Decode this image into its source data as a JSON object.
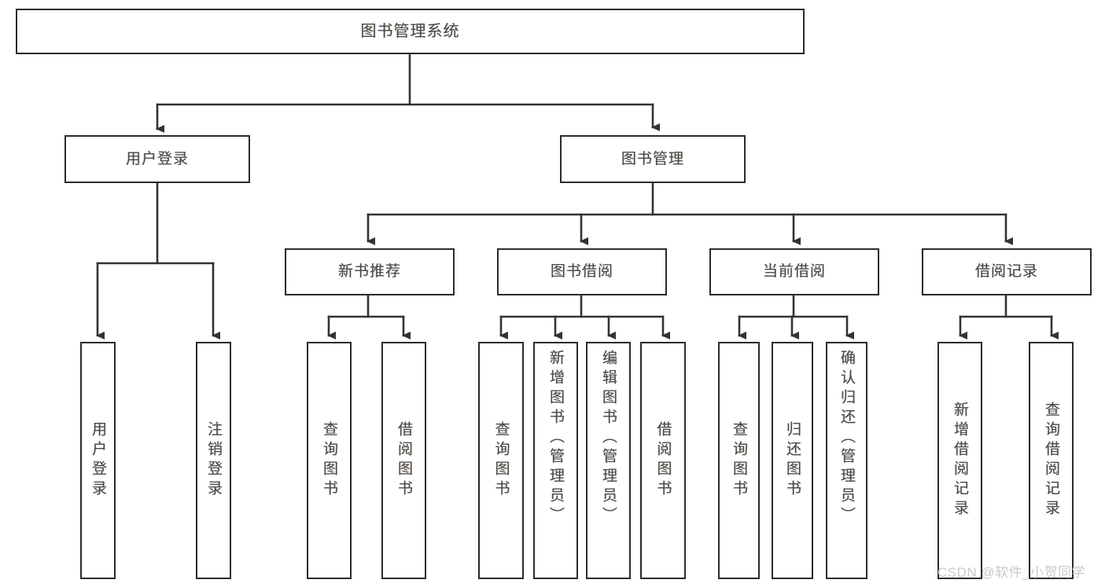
{
  "diagram": {
    "title": "图书管理系统",
    "type": "tree-hierarchy-chart",
    "watermark": "CSDN @软件_小贺同学",
    "colors": {
      "box_border": "#2b2b2b",
      "box_fill": "#ffffff",
      "connector": "#333333",
      "text": "#4a4a4a",
      "watermark": "#c9c9c9",
      "background": "#ffffff"
    },
    "levels": {
      "root": {
        "label": "图书管理系统"
      },
      "level2": [
        {
          "label": "用户登录"
        },
        {
          "label": "图书管理"
        }
      ],
      "level3": [
        {
          "label": "新书推荐"
        },
        {
          "label": "图书借阅"
        },
        {
          "label": "当前借阅"
        },
        {
          "label": "借阅记录"
        }
      ],
      "leaves": {
        "user_login": [
          {
            "label": "用户登录"
          },
          {
            "label": "注销登录"
          }
        ],
        "new_book_recommend": [
          {
            "label": "查询图书"
          },
          {
            "label": "借阅图书"
          }
        ],
        "book_borrow": [
          {
            "label": "查询图书"
          },
          {
            "label": "新增图书（管理员）"
          },
          {
            "label": "编辑图书（管理员）"
          },
          {
            "label": "借阅图书"
          }
        ],
        "current_borrow": [
          {
            "label": "查询图书"
          },
          {
            "label": "归还图书"
          },
          {
            "label": "确认归还（管理员）"
          }
        ],
        "borrow_record": [
          {
            "label": "新增借阅记录"
          },
          {
            "label": "查询借阅记录"
          }
        ]
      }
    }
  }
}
